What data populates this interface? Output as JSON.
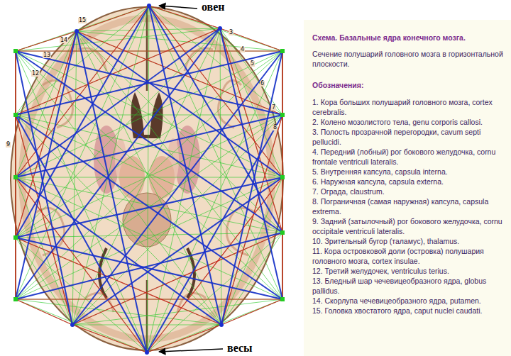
{
  "diagram": {
    "title": "Схема. Базальные ядра конечного мозга.",
    "caption": "Сечение полушарий головного мозга в горизонтальной плоскости.",
    "labels": [
      "овен",
      "весы",
      "15",
      "14",
      "13",
      "12",
      "9",
      "3",
      "4",
      "5",
      "6",
      "7",
      "8",
      "Обозначения:",
      "1. Кора больших полушарий головного мозга, cortex cerebralis.",
      "2. Колено мозолистого тела, genu corporis callosi.",
      "3. Полость прозрачной перегородки, cavum septi pellucidi.",
      "4. Передний (лобный) рог бокового желудочка, cornu frontale ventriculi lateralis.",
      "5. Внутренняя капсула, capsula interna.",
      "6. Наружная капсула, capsula externa.",
      "7. Ограда, claustrum.",
      "8. Пограничная (самая наружная) капсула, capsula extrema.",
      "9. Задний (затылочный) рог бокового желудочка, cornu occipitale ventriculi lateralis.",
      "10. Зрительный бугор (таламус), thalamus.",
      "11. Кора островковой доли (островка) полушария головного мозга, cortex insulae.",
      "12. Третий желудочек, ventriculus terius.",
      "13. Бледный шар чечевицеобразного ядра, globus pallidus.",
      "14. Скорлупа чечевицеобразного ядра, putamen.",
      "15. Головка хвостатого ядра, caput nuclei caudati."
    ]
  }
}
